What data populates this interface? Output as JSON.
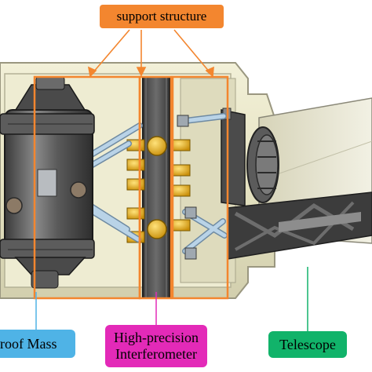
{
  "labels": {
    "support_structure": "support structure",
    "proof_mass": "roof Mass",
    "interferometer_line1": "High-precision",
    "interferometer_line2": "Interferometer",
    "telescope": "Telescope"
  },
  "colors": {
    "support_box": "#f3862f",
    "proof_mass_box": "#4fb3e6",
    "interferometer_box": "#e32ab8",
    "telescope_box": "#11b36a",
    "highlight_frame": "#f3862f",
    "housing": "#e8e5c4",
    "dark_metal": "#4a4a4a",
    "strut": "#a9c8e0",
    "gold": "#e8b21c"
  },
  "icons": {
    "proof_mass_assembly": "cylinder-sensor-icon",
    "telescope_assembly": "telescope-icon"
  }
}
